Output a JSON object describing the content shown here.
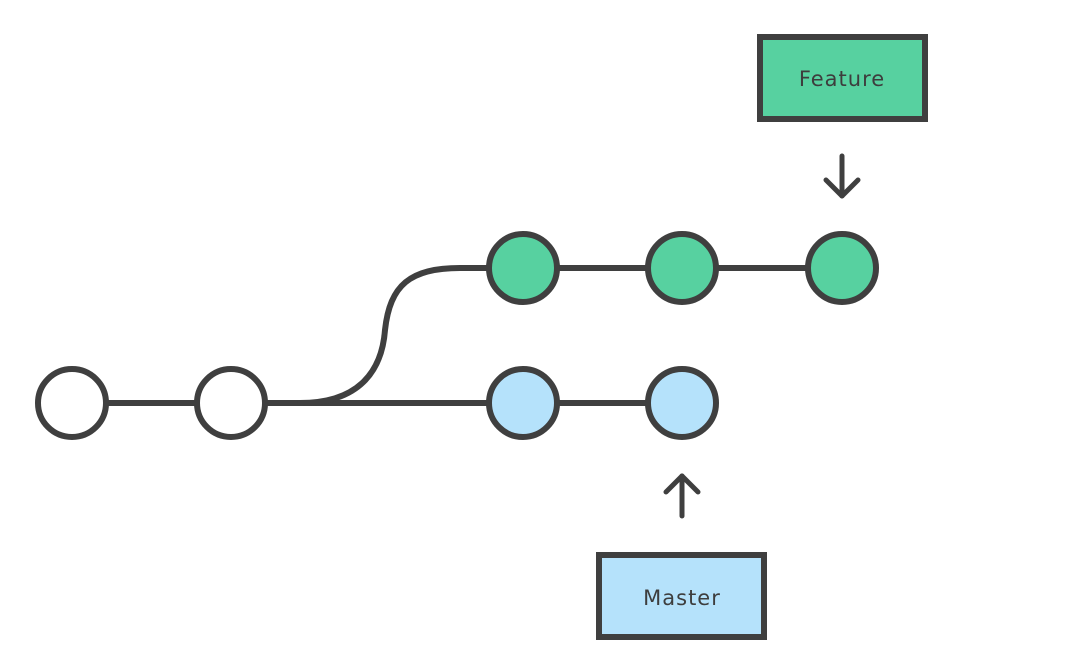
{
  "diagram": {
    "type": "git-branch-graph",
    "colors": {
      "stroke": "#3f3f3f",
      "base_commit_fill": "#ffffff",
      "feature_fill": "#57d1a0",
      "master_fill": "#b5e2fb"
    },
    "base_commits": [
      {
        "id": "c1",
        "branch": "shared"
      },
      {
        "id": "c2",
        "branch": "shared"
      }
    ],
    "feature_commits": [
      {
        "id": "f1",
        "branch": "feature"
      },
      {
        "id": "f2",
        "branch": "feature"
      },
      {
        "id": "f3",
        "branch": "feature"
      }
    ],
    "master_commits": [
      {
        "id": "m1",
        "branch": "master"
      },
      {
        "id": "m2",
        "branch": "master"
      }
    ],
    "labels": {
      "feature": {
        "text": "Feature",
        "points_to": "f3",
        "arrow": "down-arrow-icon"
      },
      "master": {
        "text": "Master",
        "points_to": "m2",
        "arrow": "up-arrow-icon"
      }
    }
  }
}
